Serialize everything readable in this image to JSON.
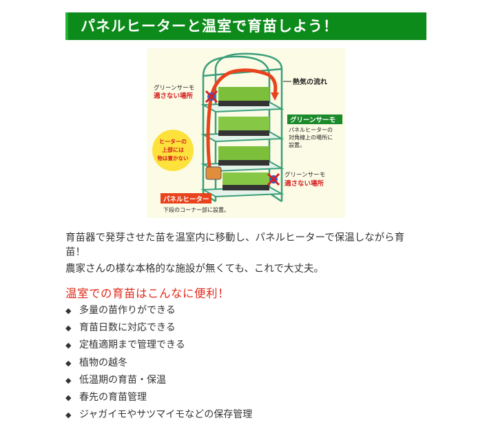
{
  "banner": {
    "title": "パネルヒーターと温室で育苗しよう！"
  },
  "figure": {
    "flow_label": "熱気の流れ",
    "bad_spot_top": {
      "line1": "グリーンサーモ",
      "line2": "適さない場所"
    },
    "green_thermo": {
      "title": "グリーンサーモ",
      "desc1": "パネルヒーターの",
      "desc2": "対角線上の場所に",
      "desc3": "設置。"
    },
    "heater_note": {
      "line1": "ヒーターの",
      "line2": "上部には",
      "line3": "物は置かない"
    },
    "bad_spot_bottom": {
      "line1": "グリーンサーモ",
      "line2": "適さない場所"
    },
    "panel_heater": {
      "title": "パネルヒーター",
      "desc": "下段のコーナー部に設置。"
    }
  },
  "intro": {
    "line1": "育苗器で発芽させた苗を温室内に移動し、パネルヒーターで保温しながら育",
    "line2": "苗！",
    "line3": "農家さんの様な本格的な施設が無くても、これで大丈夫。"
  },
  "benefits_heading": "温室での育苗はこんなに便利！",
  "bullet_symbol": "◆",
  "benefits": [
    "多量の苗作りができる",
    "育苗日数に対応できる",
    "定植適期まで管理できる",
    "植物の越冬",
    "低温期の育苗・保温",
    "春先の育苗管理",
    "ジャガイモやサツマイモなどの保存管理"
  ],
  "colors": {
    "banner_bg": "#0c8a1a",
    "heading_red": "#e22a1c",
    "figure_bg": "#fbfbe6"
  }
}
